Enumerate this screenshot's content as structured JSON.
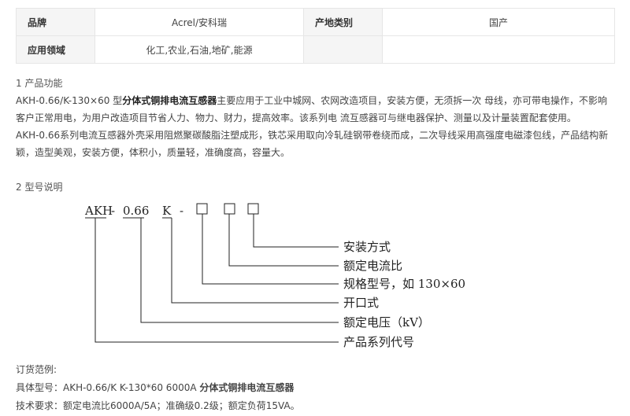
{
  "table": {
    "rows": [
      {
        "k1": "品牌",
        "v1": "Acrel/安科瑞",
        "k2": "产地类别",
        "v2": "国产"
      },
      {
        "k1": "应用领域",
        "v1": "化工,农业,石油,地矿,能源",
        "k2": "",
        "v2": ""
      }
    ]
  },
  "function": {
    "title": "1 产品功能",
    "p1_prefix": "AKH-0.66/K-130×60 型",
    "p1_bold": "分体式铜排电流互感器",
    "p1_rest_line1": "主要应用于工业中城网、农网改造项目，安装方便，无须拆一次 母线，亦可带电操作，不影响",
    "p1_line2": "客户正常用电，为用户改造项目节省人力、物力、财力，提高效率。该系列电 流互感器可与继电器保护、测量以及计量装置配套使用。",
    "p2_line1": "AKH-0.66系列电流互感器外壳采用阻燃聚碳酸脂注塑成形，铁芯采用取向冷轧硅钢带卷绕而成，二次导线采用高强度电磁漆包线，产品结构新",
    "p2_line2": "颖，造型美观，安装方便，体积小，质量轻，准确度高，容量大。"
  },
  "model": {
    "title": "2 型号说明",
    "parts": [
      "AKH",
      "-",
      "0.66",
      "K",
      "-",
      "□",
      "□",
      "□"
    ],
    "legend": [
      "安装方式",
      "额定电流比",
      "规格型号，如 130×60",
      "开口式",
      "额定电压（kV）",
      "产品系列代号"
    ]
  },
  "order": {
    "title": "订货范例:",
    "line1_prefix": "具体型号：AKH-0.66/K K-130*60 6000A ",
    "line1_bold": "分体式铜排电流互感器",
    "line2": "技术要求：额定电流比6000A/5A；准确级0.2级；额定负荷15VA。"
  }
}
